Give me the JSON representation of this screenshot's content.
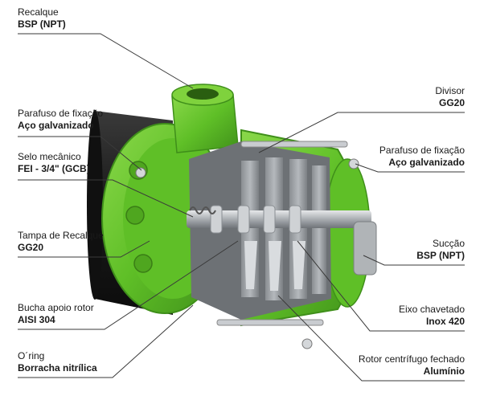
{
  "callouts": {
    "recalque": {
      "part": "Recalque",
      "material": "BSP (NPT)"
    },
    "parafuso_l": {
      "part": "Parafuso de fixação",
      "material": "Aço galvanizado"
    },
    "selo": {
      "part": "Selo mecânico",
      "material": "FEI - 3/4\" (GCB)"
    },
    "tampa": {
      "part": "Tampa de Recalque",
      "material": "GG20"
    },
    "bucha": {
      "part": "Bucha apoio rotor",
      "material": "AISI 304"
    },
    "oring": {
      "part": "O´ring",
      "material": "Borracha nitrílica"
    },
    "divisor": {
      "part": "Divisor",
      "material": "GG20"
    },
    "parafuso_r": {
      "part": "Parafuso de fixação",
      "material": "Aço galvanizado"
    },
    "succao": {
      "part": "Sucção",
      "material": "BSP (NPT)"
    },
    "eixo": {
      "part": "Eixo chavetado",
      "material": "Inox 420"
    },
    "rotor": {
      "part": "Rotor centrífugo fechado",
      "material": "Alumínio"
    }
  },
  "colors": {
    "body_green": "#6cc62e",
    "dark_green": "#3f8f1a",
    "light_green": "#9fe05a",
    "steel": "#b9bcbf",
    "steel_dark": "#6f7378",
    "motor": "#1c1c1c",
    "leader": "#3a3a3a"
  }
}
